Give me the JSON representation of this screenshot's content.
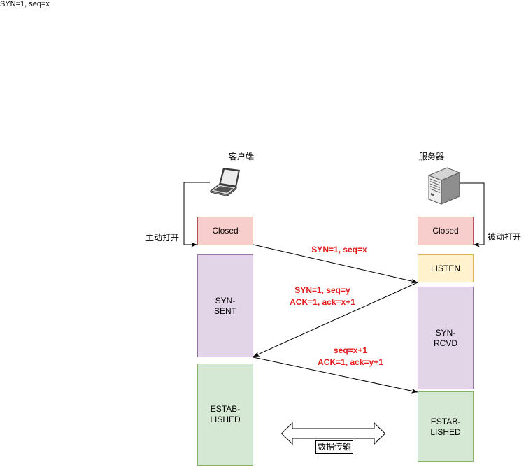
{
  "top_label": "SYN=1, seq=x",
  "client": {
    "label": "客户端",
    "icon": "laptop-icon",
    "open_label": "主动打开",
    "states": [
      {
        "lines": [
          "Closed"
        ],
        "fill": "#f8cecc",
        "stroke": "#b85450"
      },
      {
        "lines": [
          "SYN-",
          "SENT"
        ],
        "fill": "#e1d5e7",
        "stroke": "#9673a6"
      },
      {
        "lines": [
          "ESTAB-",
          "LISHED"
        ],
        "fill": "#d5e8d4",
        "stroke": "#82b366"
      }
    ]
  },
  "server": {
    "label": "服务器",
    "icon": "server-icon",
    "open_label": "被动打开",
    "states": [
      {
        "lines": [
          "Closed"
        ],
        "fill": "#f8cecc",
        "stroke": "#b85450"
      },
      {
        "lines": [
          "LISTEN"
        ],
        "fill": "#fff2cc",
        "stroke": "#d6b656"
      },
      {
        "lines": [
          "SYN-",
          "RCVD"
        ],
        "fill": "#e1d5e7",
        "stroke": "#9673a6"
      },
      {
        "lines": [
          "ESTAB-",
          "LISHED"
        ],
        "fill": "#d5e8d4",
        "stroke": "#82b366"
      }
    ]
  },
  "messages": [
    {
      "lines": [
        "SYN=1, seq=x"
      ]
    },
    {
      "lines": [
        "SYN=1, seq=y",
        "ACK=1, ack=x+1"
      ]
    },
    {
      "lines": [
        "seq=x+1",
        "ACK=1, ack=y+1"
      ]
    }
  ],
  "colors": {
    "message_text": "#e31b1b"
  },
  "data_transfer": {
    "label": "数据传输",
    "icon": "double-arrow-icon"
  }
}
